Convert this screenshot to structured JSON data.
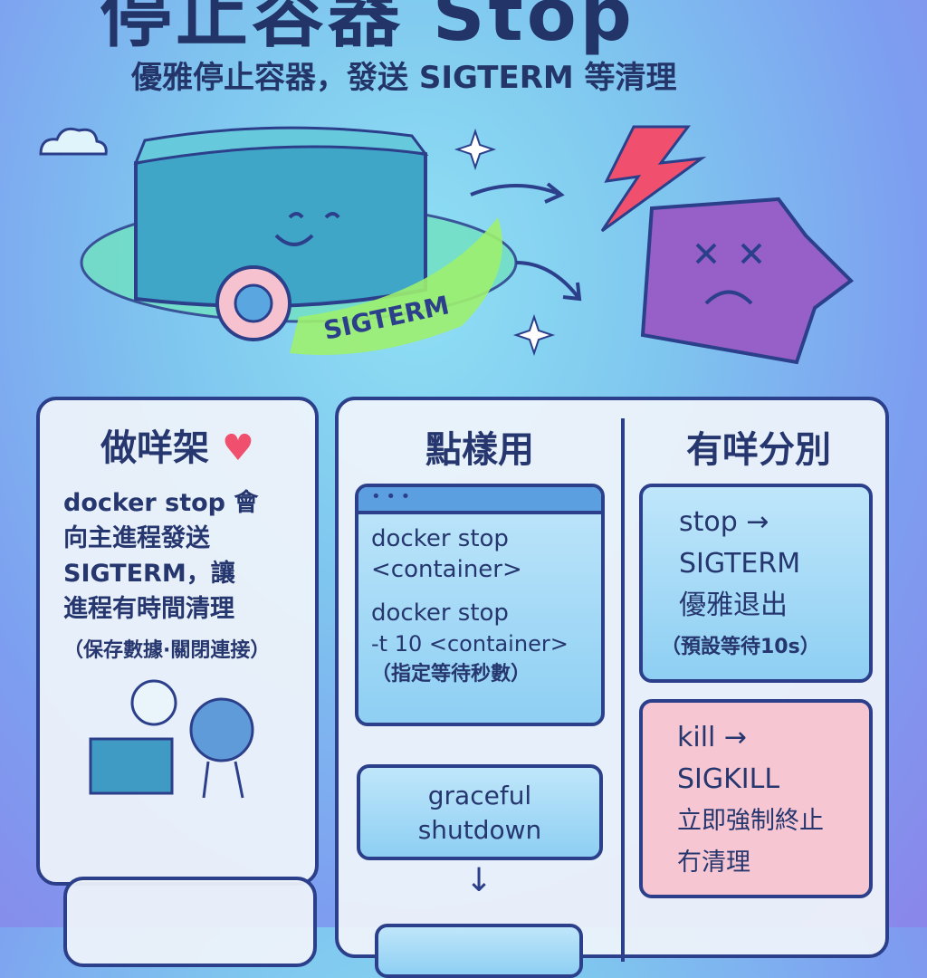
{
  "header": {
    "title": "停止容器 Stop",
    "subtitle": "優雅停止容器，發送 SIGTERM 等清理"
  },
  "illustration": {
    "label": "SIGTERM",
    "icons": [
      "container-icon",
      "lifebuoy-icon",
      "lightning-icon",
      "broken-container-icon",
      "sparkle-icon",
      "cloud-icon"
    ]
  },
  "what": {
    "heading": "做咩架",
    "lines": [
      "docker stop 會",
      "向主進程發送",
      "SIGTERM，讓",
      "進程有時間清理"
    ],
    "note": "（保存數據·關閉連接）"
  },
  "how": {
    "heading": "點樣用",
    "terminal": {
      "cmd1": [
        "docker stop",
        "<container>"
      ],
      "cmd2": [
        "docker stop",
        "-t 10 <container>"
      ],
      "note": "（指定等待秒數）"
    },
    "flow_box": [
      "graceful",
      "shutdown"
    ]
  },
  "diff": {
    "heading": "有咩分別",
    "stop": {
      "line1": "stop →",
      "line2": "SIGTERM",
      "line3": "優雅退出",
      "note": "（預設等待10s）"
    },
    "kill": {
      "line1": "kill →",
      "line2": "SIGKILL",
      "line3": "立即強制終止",
      "line4": "冇清理"
    }
  },
  "colors": {
    "navy": "#2c3f8a",
    "pink": "#f6c7d3",
    "blue": "#8ecff3",
    "accent_red": "#f0506e"
  }
}
